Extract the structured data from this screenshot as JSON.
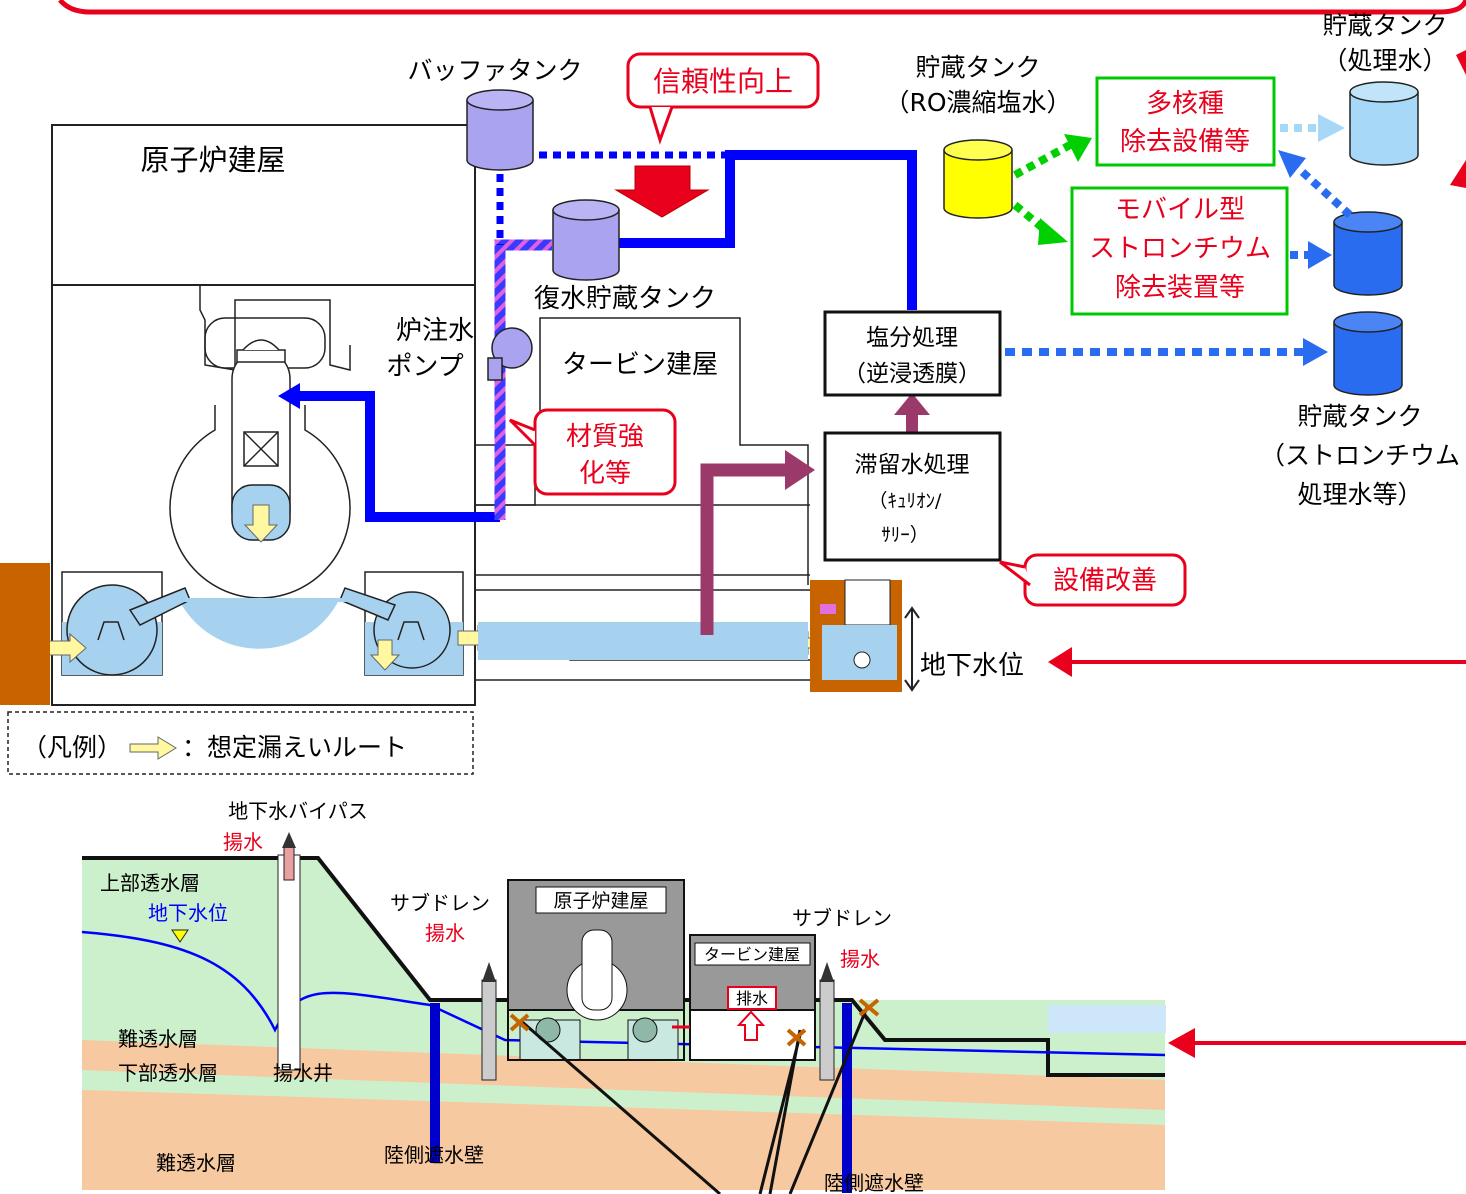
{
  "labels": {
    "reactor_building": "原子炉建屋",
    "buffer_tank": "バッファタンク",
    "reliability_up": "信頼性向上",
    "storage_ro_1": "貯蔵タンク",
    "storage_ro_2": "（RO濃縮塩水）",
    "storage_treated_1": "貯蔵タンク",
    "storage_treated_2": "（処理水）",
    "alps_1": "多核種",
    "alps_2": "除去設備等",
    "mobile_1": "モバイル型",
    "mobile_2": "ストロンチウム",
    "mobile_3": "除去装置等",
    "condensate_tank": "復水貯蔵タンク",
    "injection_pump_1": "炉注水",
    "injection_pump_2": "ポンプ",
    "turbine_building": "タービン建屋",
    "salt_treatment_1": "塩分処理",
    "salt_treatment_2": "（逆浸透膜）",
    "material_1": "材質強",
    "material_2": "化等",
    "stagnant_1": "滞留水処理",
    "stagnant_2": "（ｷｭﾘｵﾝ/",
    "stagnant_3": "ｻﾘｰ）",
    "storage_sr_1": "貯蔵タンク",
    "storage_sr_2": "（ストロンチウム",
    "storage_sr_3": "処理水等）",
    "facility_improve": "設備改善",
    "groundwater_level": "地下水位",
    "legend": "（凡例）",
    "legend_text": "：想定漏えいルート"
  },
  "section": {
    "bypass": "地下水バイパス",
    "pumping_1": "揚水",
    "upper_aquifer": "上部透水層",
    "gw_level": "地下水位",
    "subdrain_left": "サブドレン",
    "pumping_2": "揚水",
    "reactor_building": "原子炉建屋",
    "turbine_building": "タービン建屋",
    "subdrain_right": "サブドレン",
    "pumping_3": "揚水",
    "drain": "排水",
    "low_perm_1": "難透水層",
    "lower_aquifer": "下部透水層",
    "pumping_well": "揚水井",
    "low_perm_2": "難透水層",
    "landside_wall_1": "陸側遮水壁",
    "landside_wall_2": "陸側遮水壁"
  },
  "colors": {
    "red": "#e8001c",
    "blue": "#0000ff",
    "green": "#00c800",
    "purple": "#9b3a6a",
    "water": "#a6d2f0",
    "tank_purple": "#a9a3f0",
    "tank_yellow": "#ffff00",
    "tank_lightblue": "#a8d8f8",
    "tank_blue": "#2a6cf0",
    "brown": "#c86400"
  }
}
